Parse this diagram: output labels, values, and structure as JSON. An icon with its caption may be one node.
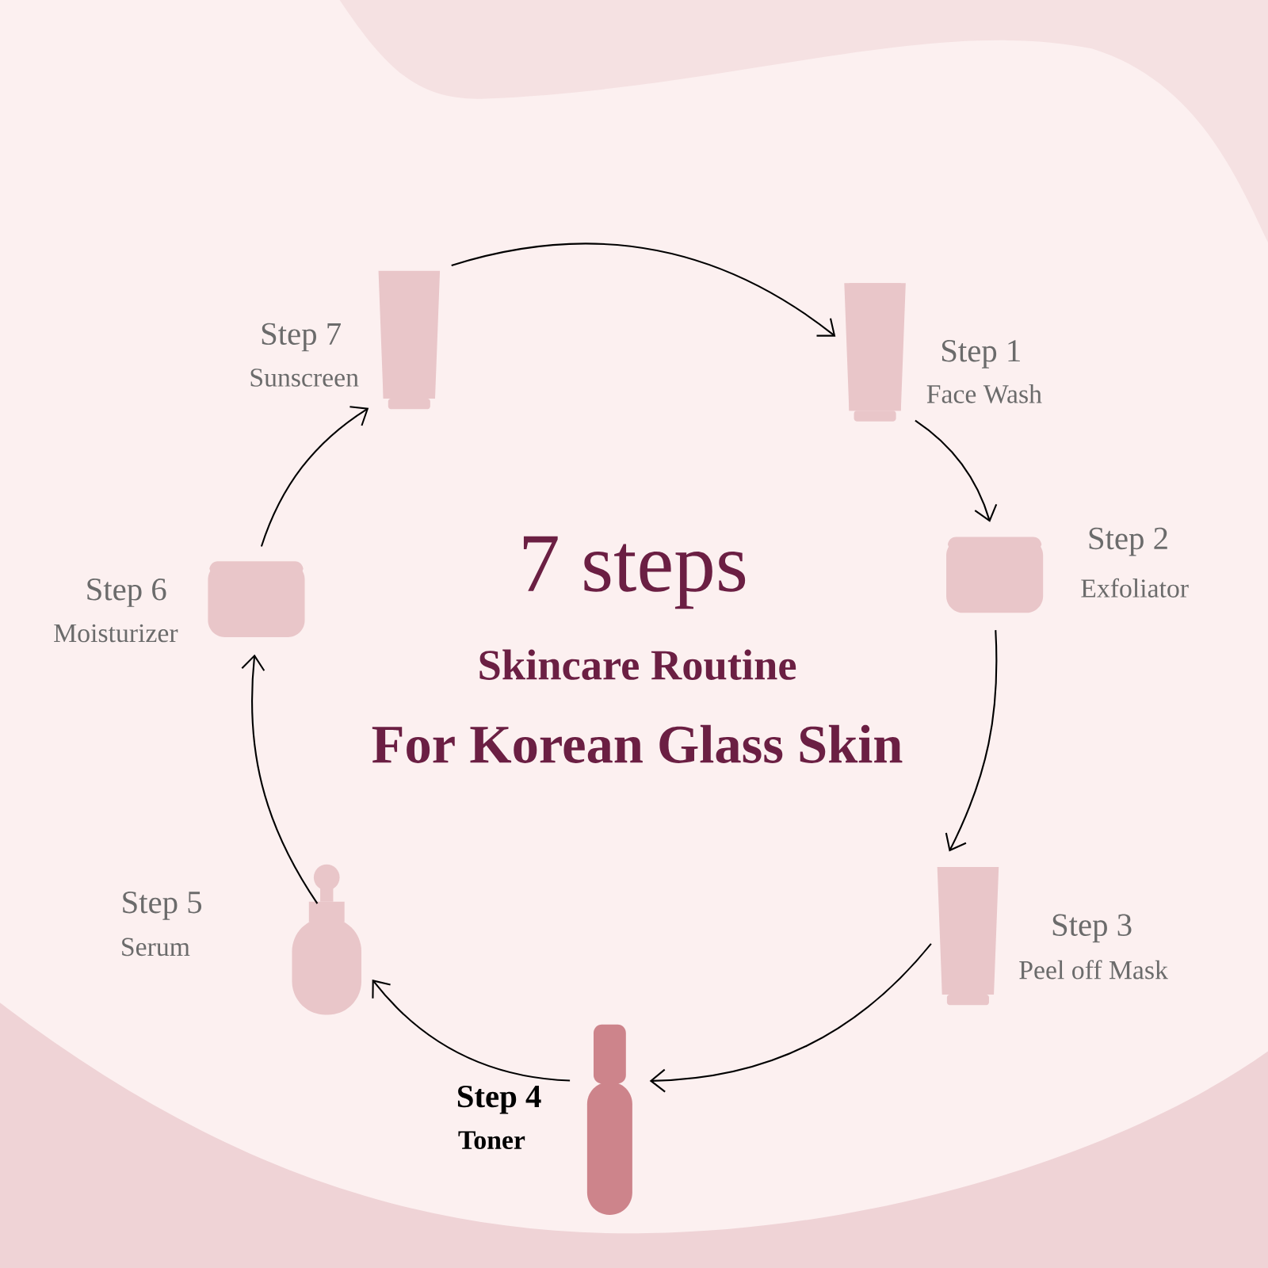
{
  "diagram": {
    "title": "7 steps",
    "nodes": [
      {
        "text": [],
        "shape": "tube",
        "beside": [
          "Step 1",
          "Face Wash"
        ]
      },
      {
        "text": [],
        "shape": "jar",
        "beside": [
          "Step 2",
          "Exfoliator"
        ]
      },
      {
        "text": [],
        "shape": "tube",
        "beside": [
          "Step 3",
          "Peel off Mask"
        ]
      },
      {
        "text": [],
        "shape": "bottle",
        "beside": [
          "Step 4",
          "Toner"
        ]
      },
      {
        "text": [],
        "shape": "dropper",
        "beside": [
          "Step 5",
          "Serum"
        ]
      },
      {
        "text": [],
        "shape": "jar",
        "beside": [
          "Step 6",
          "Moisturizer"
        ]
      },
      {
        "text": [],
        "shape": "tube",
        "beside": [
          "Step 7",
          "Sunscreen"
        ]
      }
    ],
    "edges": [
      {
        "from": 6,
        "to": 0,
        "arrow": "to"
      },
      {
        "from": 0,
        "to": 1,
        "arrow": "to"
      },
      {
        "from": 1,
        "to": 2,
        "arrow": "to"
      },
      {
        "from": 2,
        "to": 3,
        "arrow": "to"
      },
      {
        "from": 3,
        "to": 4,
        "arrow": "to"
      },
      {
        "from": 4,
        "to": 5,
        "arrow": "to"
      },
      {
        "from": 5,
        "to": 6,
        "arrow": "to"
      }
    ],
    "labels": [
      "Skincare Routine",
      "For Korean Glass Skin"
    ]
  }
}
